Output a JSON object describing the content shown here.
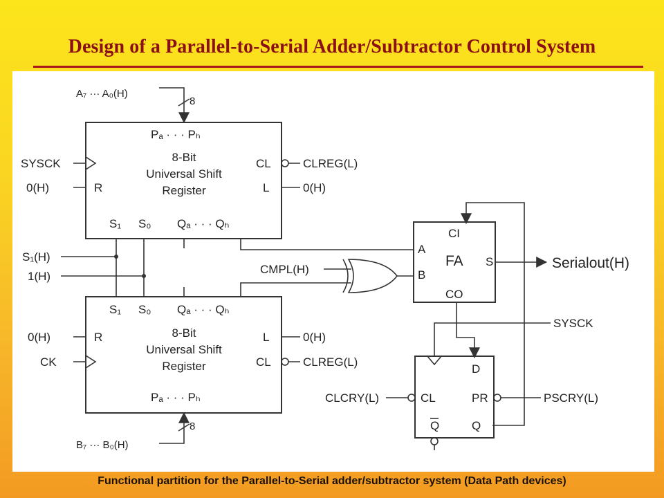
{
  "title": "Design of a Parallel-to-Serial Adder/Subtractor Control System",
  "caption": "Functional partition for the Parallel-to-Serial adder/subtractor system (Data Path devices)",
  "colors": {
    "title": "#8a0f16",
    "background_top": "#fce51b",
    "background_bottom": "#f39a22",
    "panel": "#ffffff"
  },
  "diagram": {
    "top_register": {
      "bus_input": "A₇ ··· A₀(H)",
      "bus_width": "8",
      "parallel_label": "Pₐ · · · Pₕ",
      "name_line1": "8-Bit",
      "name_line2": "Universal Shift",
      "name_line3": "Register",
      "left_pins": [
        "SYSCK",
        "0(H)"
      ],
      "left_pin_inner": "R",
      "right_pins": [
        {
          "inner": "CL",
          "outer": "CLREG(L)"
        },
        {
          "inner": "L",
          "outer": "0(H)"
        }
      ],
      "bottom_pins": [
        "S₁",
        "S₀",
        "Qₐ · · · Qₕ"
      ]
    },
    "control_inputs": [
      "S₁(H)",
      "1(H)"
    ],
    "cmpl_input": "CMPL(H)",
    "bottom_register": {
      "top_pins": [
        "S₁",
        "S₀",
        "Qₐ · · · Qₕ"
      ],
      "left_pins": [
        "0(H)",
        "CK"
      ],
      "left_pin_inner": "R",
      "right_pins": [
        {
          "inner": "L",
          "outer": "0(H)"
        },
        {
          "inner": "CL",
          "outer": "CLREG(L)"
        }
      ],
      "name_line1": "8-Bit",
      "name_line2": "Universal Shift",
      "name_line3": "Register",
      "parallel_label": "Pₐ · · · Pₕ",
      "bus_width": "8",
      "bus_input": "B₇ ··· B₀(H)"
    },
    "full_adder": {
      "name": "FA",
      "pins": [
        "CI",
        "A",
        "B",
        "S",
        "CO"
      ],
      "output": "Serialout(H)"
    },
    "flip_flop": {
      "clock_input": "SYSCK",
      "pins": [
        "D",
        "CL",
        "PR",
        "Q",
        "Q"
      ],
      "clear_input": "CLCRY(L)",
      "preset_input": "PSCRY(L)"
    }
  }
}
